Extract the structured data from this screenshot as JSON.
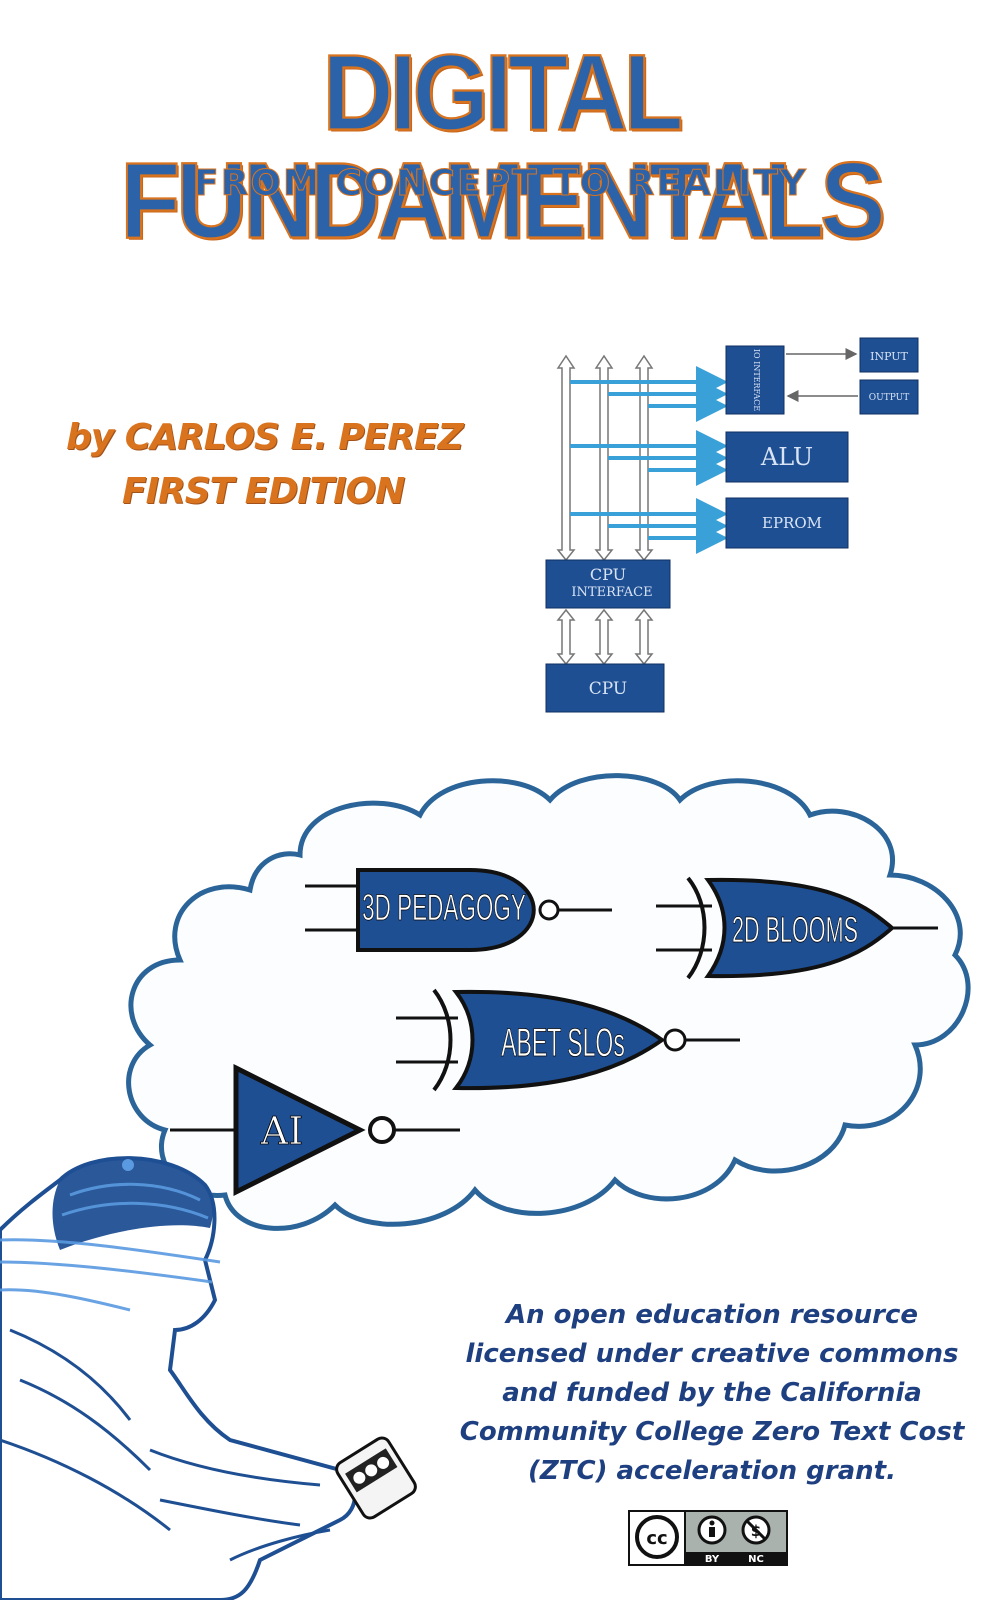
{
  "cover": {
    "title": "DIGITAL FUNDAMENTALS",
    "subtitle": "FROM CONCEPT TO REALITY",
    "author": "by CARLOS E. PEREZ",
    "edition": "FIRST EDITION",
    "license_text": "An open education resource licensed under creative commons and funded by the California Community College Zero Text Cost (ZTC) acceleration grant."
  },
  "diagram": {
    "io_interface": "IO INTERFACE",
    "input": "INPUT",
    "output": "OUTPUT",
    "alu": "ALU",
    "eprom": "EPROM",
    "cpu_interface_line1": "CPU",
    "cpu_interface_line2": "INTERFACE",
    "cpu": "CPU"
  },
  "gates": {
    "nand": "3D PEDAGOGY",
    "xor": "2D BLOOMS",
    "xnor": "ABET SLOs",
    "not": "AI"
  },
  "cc_badge": {
    "cc": "cc",
    "by": "BY",
    "nc": "NC"
  },
  "colors": {
    "title_blue": "#2c63a8",
    "title_orange": "#d9731e",
    "block_blue": "#1f4f93",
    "dark_navy": "#1e3f80"
  }
}
